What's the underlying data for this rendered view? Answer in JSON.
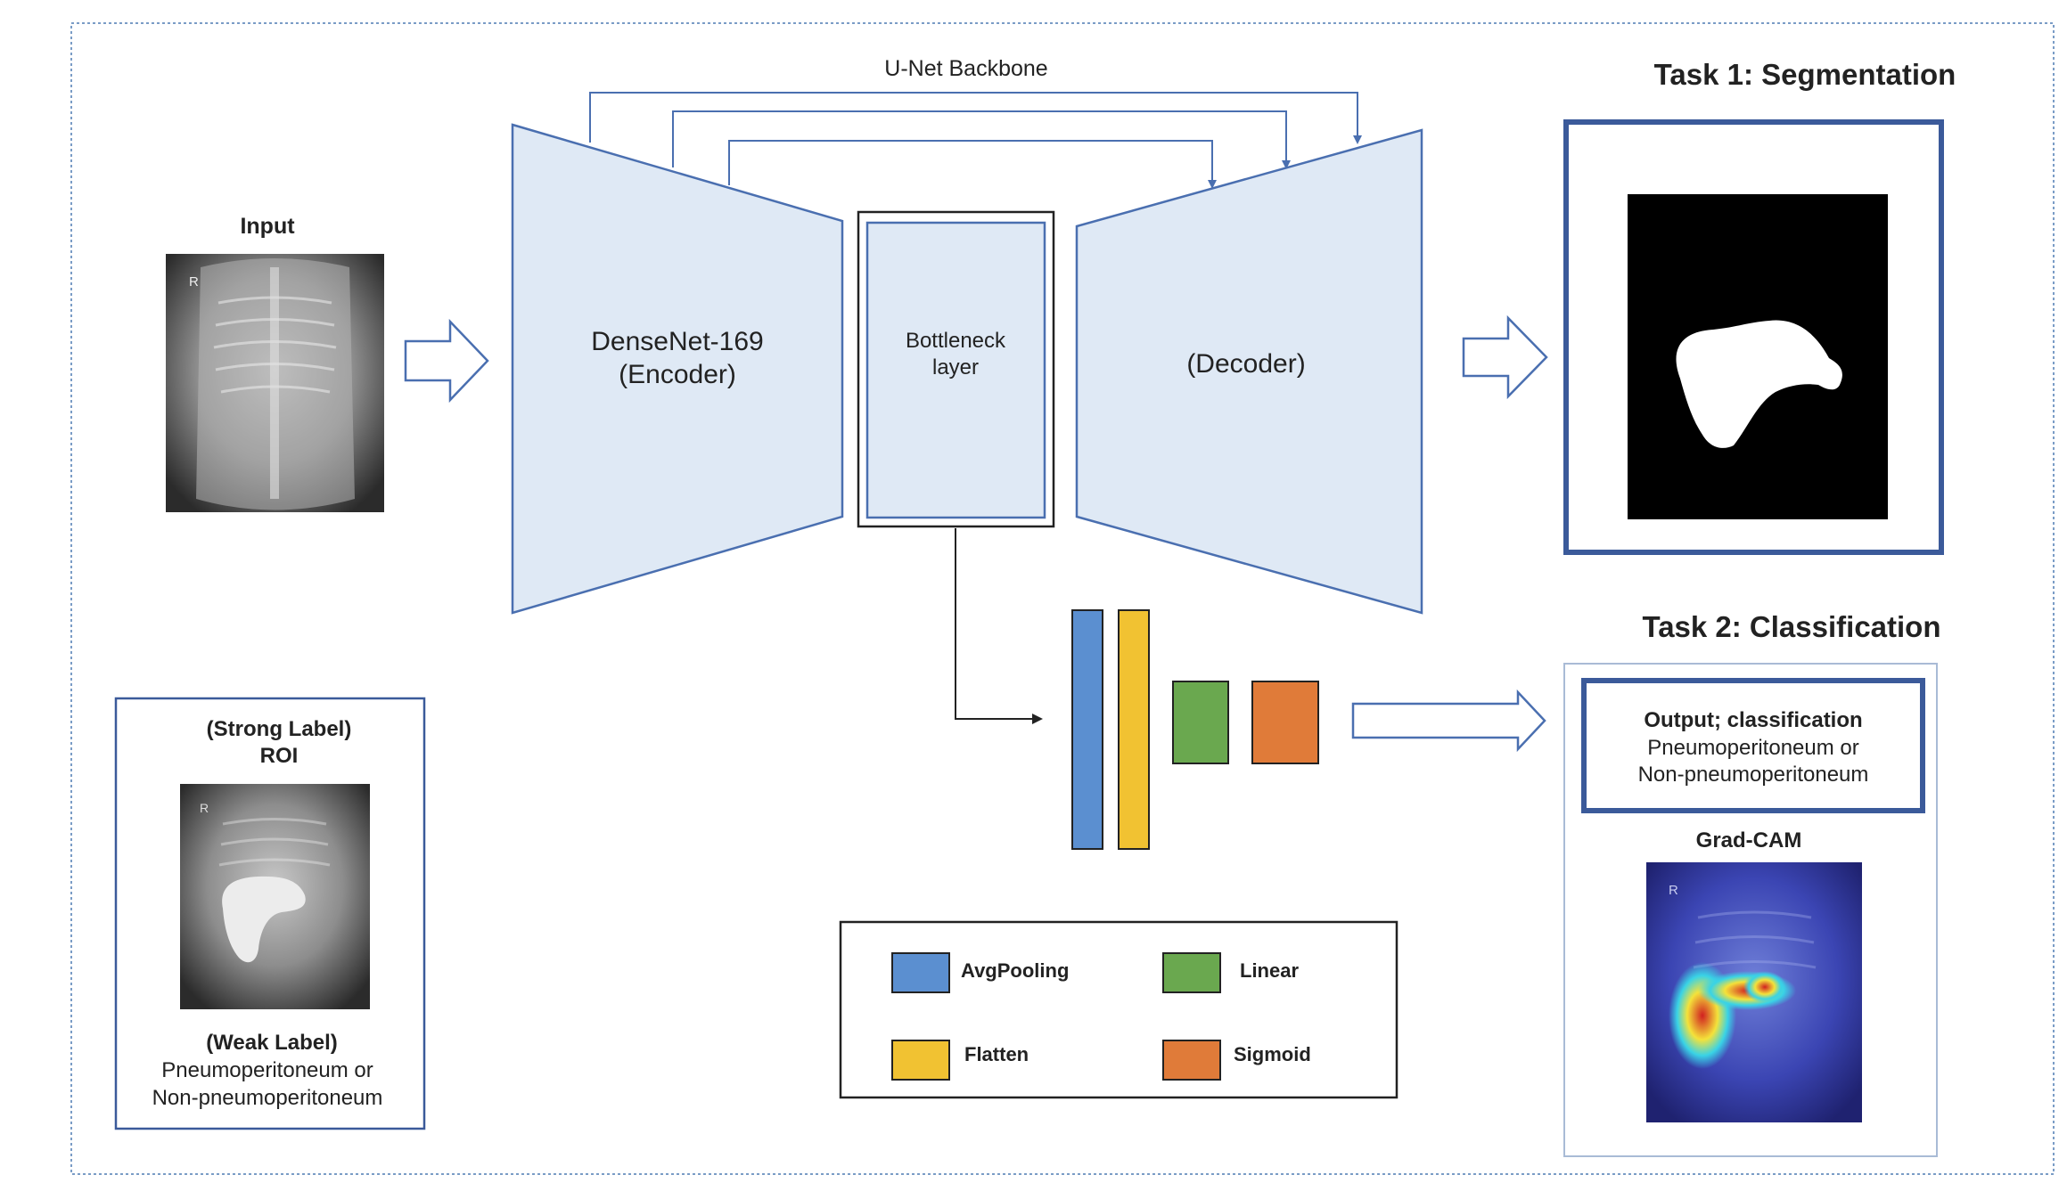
{
  "backbone_label": "U-Net Backbone",
  "input": {
    "title": "Input",
    "xray_marker": "R"
  },
  "encoder": {
    "line1": "DenseNet-169",
    "line2": "(Encoder)"
  },
  "bottleneck": {
    "line1": "Bottleneck",
    "line2": "layer"
  },
  "decoder": {
    "label": "(Decoder)"
  },
  "task1": {
    "title": "Task 1: Segmentation"
  },
  "task2": {
    "title": "Task 2: Classification",
    "output_title": "Output; classification",
    "output_line1": "Pneumoperitoneum or",
    "output_line2": "Non-pneumoperitoneum",
    "gradcam_title": "Grad-CAM",
    "xray_marker": "R"
  },
  "labels_box": {
    "strong_label": "(Strong Label)",
    "roi": "ROI",
    "weak_label": "(Weak Label)",
    "weak_line1": "Pneumoperitoneum or",
    "weak_line2": "Non-pneumoperitoneum",
    "xray_marker": "R"
  },
  "legend": {
    "items": [
      {
        "label": "AvgPooling",
        "color": "#5b8fd0"
      },
      {
        "label": "Linear",
        "color": "#6aa84f"
      },
      {
        "label": "Flatten",
        "color": "#f1c232"
      },
      {
        "label": "Sigmoid",
        "color": "#e07b39"
      }
    ]
  },
  "colors": {
    "frame_border": "#7a9cc6",
    "trapezoid_fill": "#dfe9f5",
    "trapezoid_stroke": "#4a6fb0",
    "box_border": "#3b5a9a",
    "arrow_stroke": "#4a6fb0"
  }
}
